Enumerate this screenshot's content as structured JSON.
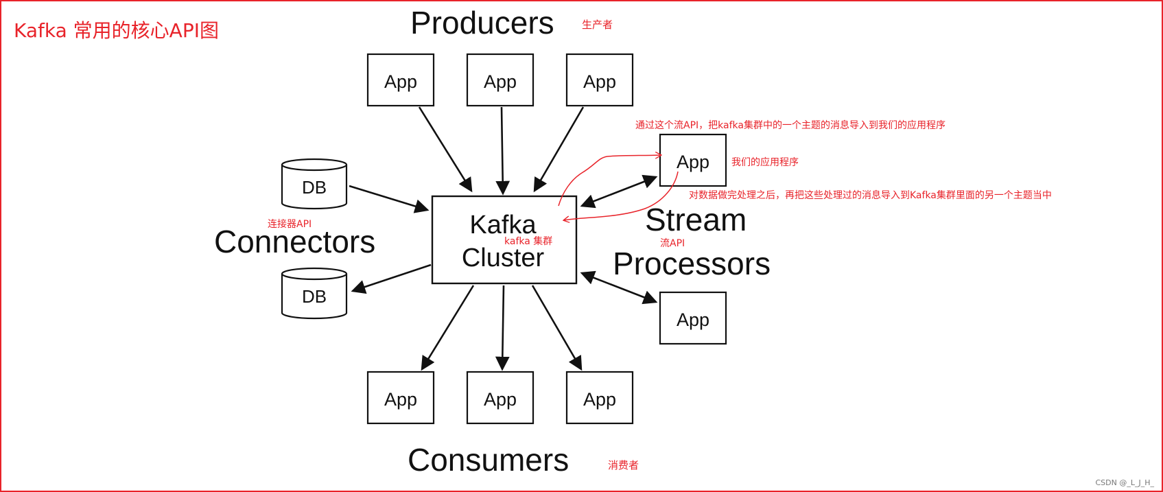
{
  "header": {
    "title": "Kafka 常用的核心API图"
  },
  "diagram": {
    "cluster": {
      "line1": "Kafka",
      "line2": "Cluster",
      "note": "kafka 集群"
    },
    "producers": {
      "title": "Producers",
      "note": "生产者",
      "apps": [
        "App",
        "App",
        "App"
      ]
    },
    "consumers": {
      "title": "Consumers",
      "note": "消费者",
      "apps": [
        "App",
        "App",
        "App"
      ]
    },
    "connectors": {
      "title": "Connectors",
      "note": "连接器API",
      "dbs": [
        "DB",
        "DB"
      ]
    },
    "stream": {
      "title_line1": "Stream",
      "title_line2": "Processors",
      "note": "流API",
      "apps": [
        "App",
        "App"
      ]
    }
  },
  "annotations": {
    "stream_in": "通过这个流API，把kafka集群中的一个主题的消息导入到我们的应用程序",
    "our_app": "我们的应用程序",
    "stream_out": "对数据做完处理之后，再把这些处理过的消息导入到Kafka集群里面的另一个主题当中"
  },
  "watermark": "CSDN @_L_J_H_",
  "colors": {
    "frame": "#e8232a",
    "annotation": "#e8232a",
    "diagram": "#111111"
  }
}
